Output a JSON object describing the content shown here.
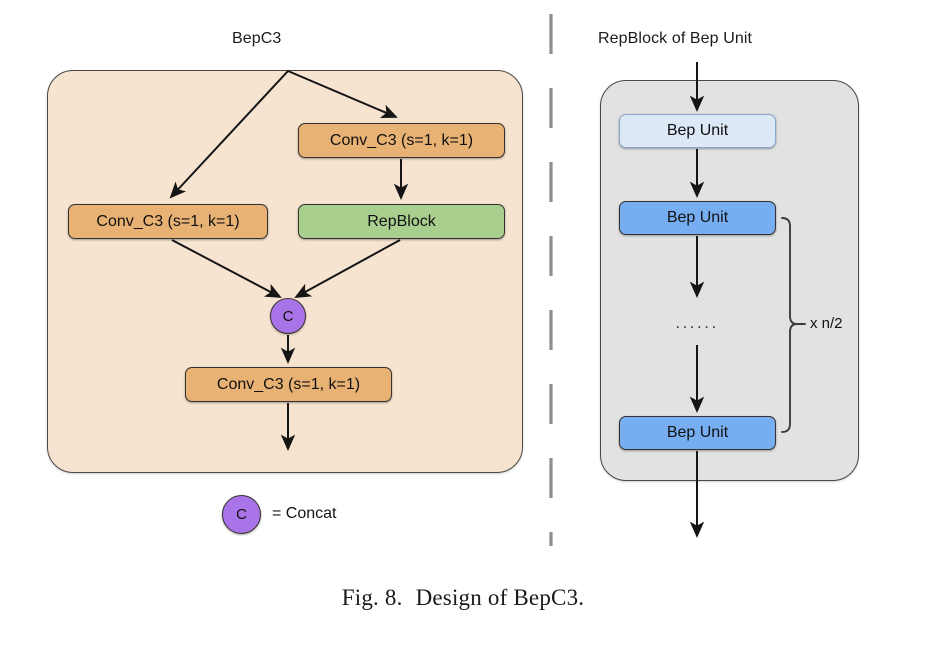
{
  "figure": {
    "caption_label": "Fig. 8.",
    "caption_text": "Design of BepC3."
  },
  "panels": {
    "left": {
      "title": "BepC3",
      "container_color": "#f6e4d0",
      "nodes": {
        "conv_top": "Conv_C3 (s=1, k=1)",
        "conv_left": "Conv_C3 (s=1, k=1)",
        "repblock": "RepBlock",
        "concat": "C",
        "conv_bottom": "Conv_C3 (s=1, k=1)"
      },
      "colors": {
        "conv": "#e8b274",
        "repblock": "#a9cf8f",
        "concat": "#a974e8"
      },
      "legend": {
        "symbol": "C",
        "text": "= Concat"
      }
    },
    "right": {
      "title": "RepBlock of Bep Unit",
      "container_color": "#e2e2e2",
      "nodes": {
        "bep_unit_first": "Bep Unit",
        "bep_unit_second": "Bep Unit",
        "bep_unit_last": "Bep Unit"
      },
      "colors": {
        "bep_unit_light": "#dde8f7",
        "bep_unit": "#77aef2"
      },
      "ellipsis": "......",
      "repeat_label": "x n/2"
    }
  }
}
